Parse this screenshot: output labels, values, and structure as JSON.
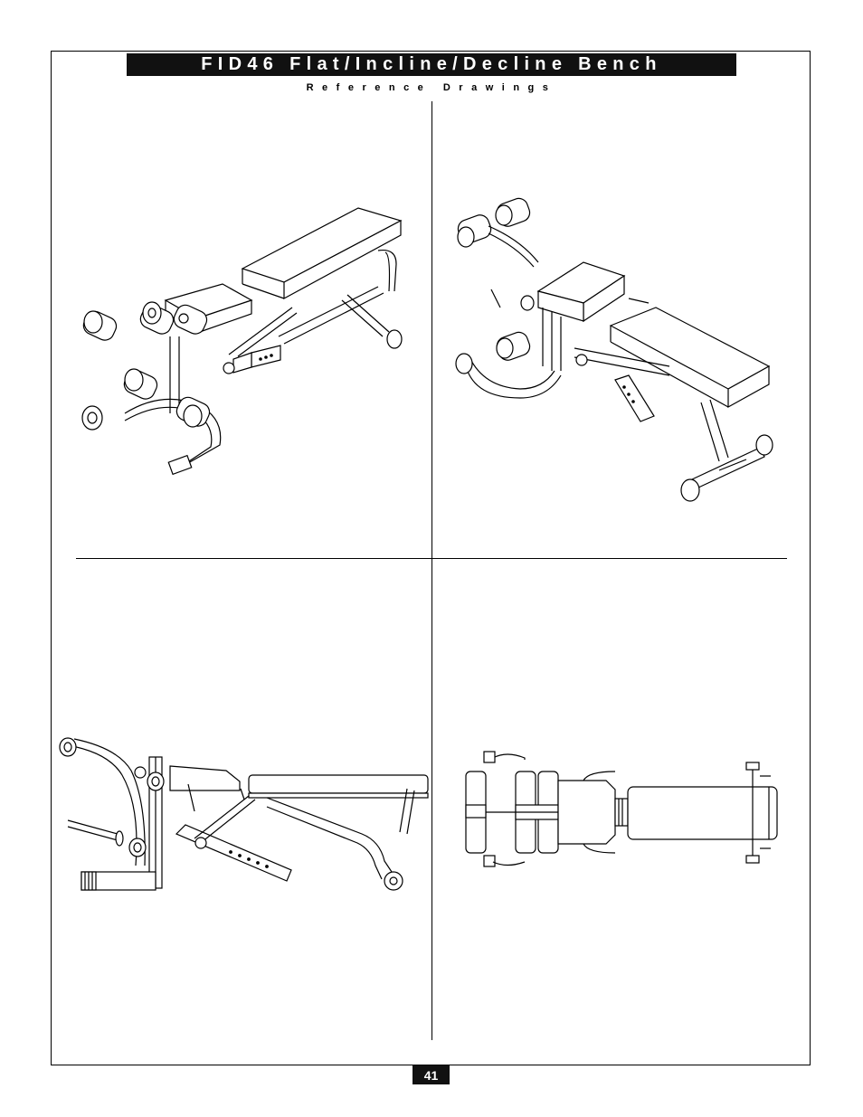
{
  "header": {
    "title": "FID46 Flat/Incline/Decline Bench",
    "subtitle": "Reference Drawings"
  },
  "drawings": [
    {
      "id": "iso-front-view",
      "icon": "bench-isometric-front-drawing"
    },
    {
      "id": "iso-rear-view",
      "icon": "bench-isometric-rear-drawing"
    },
    {
      "id": "side-view",
      "icon": "bench-side-elevation-drawing"
    },
    {
      "id": "top-view",
      "icon": "bench-top-plan-drawing"
    }
  ],
  "footer": {
    "page_number": "41"
  }
}
